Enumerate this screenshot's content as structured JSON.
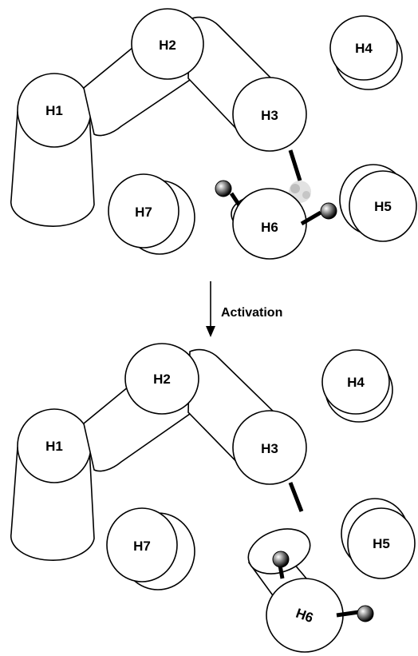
{
  "helices": {
    "h1": "H1",
    "h2": "H2",
    "h3": "H3",
    "h4": "H4",
    "h5": "H5",
    "h6": "H6",
    "h7": "H7"
  },
  "arrow_label": "Activation",
  "colors": {
    "stroke": "#000000",
    "fill": "#ffffff",
    "ball_dark": "#111111",
    "ball_light": "#e6e6e6"
  }
}
